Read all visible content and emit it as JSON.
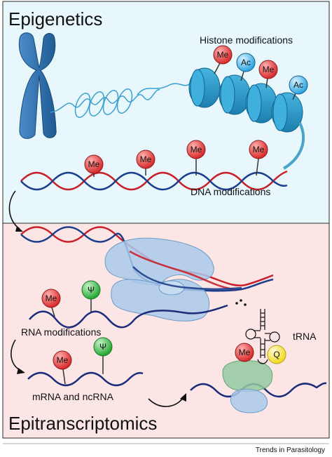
{
  "sections": {
    "top_title": "Epigenetics",
    "bottom_title": "Epitranscriptomics"
  },
  "labels": {
    "histone_modifications": "Histone modifications",
    "dna_modifications": "DNA modifications",
    "rna_modifications": "RNA modifications",
    "mrna_ncrna": "mRNA and ncRNA",
    "trna": "tRNA"
  },
  "marks": {
    "me": "Me",
    "ac": "Ac",
    "psi": "Ψ",
    "q": "Q"
  },
  "footer": {
    "journal": "Trends in Parasitology"
  },
  "colors": {
    "top_bg": "#e6f7fb",
    "bottom_bg": "#fbe7e6",
    "chromosome": "#2e6ea6",
    "nucleosome": "#2a95c4",
    "dna_red": "#c8202a",
    "dna_blue": "#1b3f8c",
    "me_mark": "#e84545",
    "ac_mark": "#4ab6e8",
    "psi_mark": "#3ab84a",
    "q_mark": "#f5e24a",
    "ribosome": "#a9c9ea",
    "trna_protein": "#93c9a1"
  }
}
